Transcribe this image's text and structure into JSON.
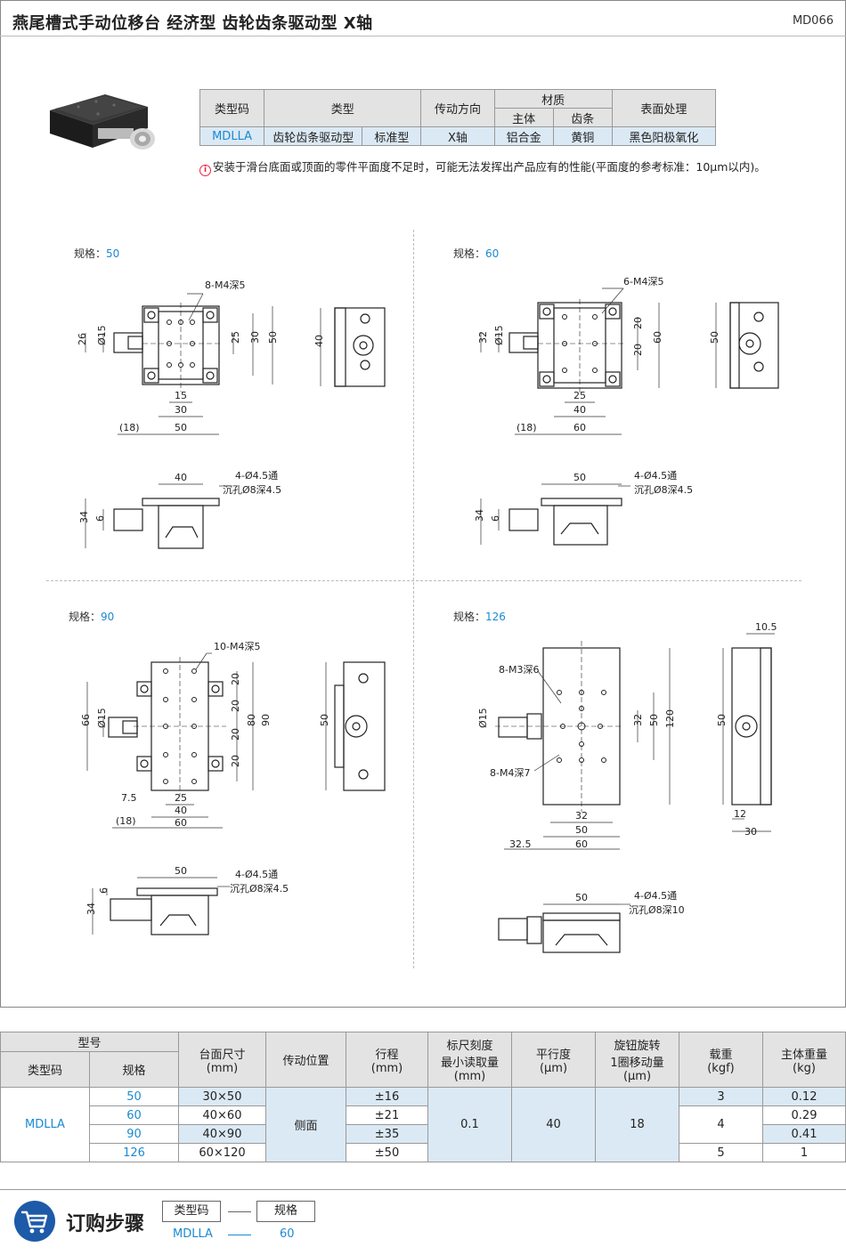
{
  "header": {
    "title": "燕尾槽式手动位移台  经济型  齿轮齿条驱动型  X轴",
    "code": "MD066"
  },
  "main_table": {
    "headers": [
      "类型码",
      "类型",
      "传动方向",
      "材质",
      "主体",
      "齿条",
      "表面处理"
    ],
    "row": [
      "MDLLA",
      "齿轮齿条驱动型",
      "标准型",
      "X轴",
      "铝合金",
      "黄铜",
      "黑色阳极氧化"
    ]
  },
  "note": "安装于滑台底面或顶面的零件平面度不足时，可能无法发挥出产品应有的性能(平面度的参考标准：10μm以内)。",
  "drawings": [
    {
      "spec_label": "规格：",
      "spec_value": "50",
      "labels": [
        "8-M4深5",
        "26",
        "Ø15",
        "25",
        "30",
        "50",
        "15",
        "30",
        "(18)",
        "50",
        "40",
        "4-Ø4.5通",
        "沉孔Ø8深4.5",
        "40",
        "34",
        "6"
      ]
    },
    {
      "spec_label": "规格：",
      "spec_value": "60",
      "labels": [
        "6-M4深5",
        "32",
        "Ø15",
        "20",
        "20",
        "60",
        "25",
        "40",
        "(18)",
        "60",
        "50",
        "4-Ø4.5通",
        "沉孔Ø8深4.5",
        "50",
        "34",
        "6"
      ]
    },
    {
      "spec_label": "规格：",
      "spec_value": "90",
      "labels": [
        "10-M4深5",
        "66",
        "Ø15",
        "20",
        "20",
        "20",
        "20",
        "80",
        "90",
        "7.5",
        "25",
        "40",
        "(18)",
        "60",
        "50",
        "50",
        "4-Ø4.5通",
        "沉孔Ø8深4.5",
        "34",
        "6"
      ]
    },
    {
      "spec_label": "规格：",
      "spec_value": "126",
      "labels": [
        "8-M3深6",
        "Ø15",
        "8-M4深7",
        "32",
        "50",
        "120",
        "32",
        "50",
        "60",
        "32.5",
        "10.5",
        "50",
        "12",
        "30",
        "50",
        "4-Ø4.5通",
        "沉孔Ø8深10"
      ]
    }
  ],
  "bottom_table": {
    "headers": {
      "model": "型号",
      "type_code": "类型码",
      "spec": "规格",
      "table_size": "台面尺寸\n(mm)",
      "drive_position": "传动位置",
      "stroke": "行程\n(mm)",
      "scale": "标尺刻度\n最小读取量\n(mm)",
      "parallelism": "平行度\n(μm)",
      "knob": "旋钮旋转\n1圈移动量\n(μm)",
      "load": "载重\n(kgf)",
      "weight": "主体重量\n(kg)"
    },
    "type_code": "MDLLA",
    "drive_position": "侧面",
    "scale": "0.1",
    "parallelism": "40",
    "knob": "18",
    "rows": [
      {
        "spec": "50",
        "size": "30×50",
        "stroke": "±16",
        "load": "3",
        "weight": "0.12"
      },
      {
        "spec": "60",
        "size": "40×60",
        "stroke": "±21",
        "load": "4",
        "weight": "0.29"
      },
      {
        "spec": "90",
        "size": "40×90",
        "stroke": "±35",
        "load": "",
        "weight": "0.41"
      },
      {
        "spec": "126",
        "size": "60×120",
        "stroke": "±50",
        "load": "5",
        "weight": "1"
      }
    ]
  },
  "order": {
    "title": "订购步骤",
    "box1": "类型码",
    "box2": "规格",
    "val1": "MDLLA",
    "val2": "60"
  }
}
